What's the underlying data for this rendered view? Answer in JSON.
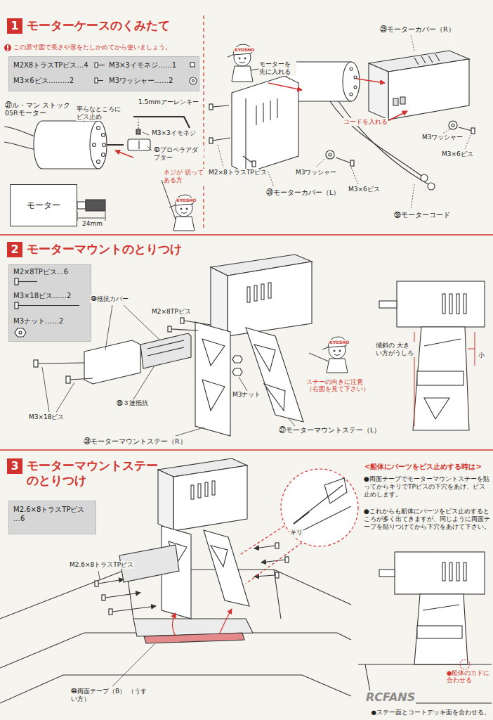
{
  "diagram": {
    "nodes": [
      {
        "text": [
          "1",
          "モーターケースのくみたて"
        ]
      },
      {
        "text": [
          "M2X8トラスTPビス…4",
          "M3×3イモネジ……1",
          "M3×6ビス………2",
          "M3ワッシャー……2"
        ]
      },
      {
        "text": [
          "モーター"
        ]
      },
      {
        "text": [
          "2",
          "モーターマウントのとりつけ"
        ]
      },
      {
        "text": [
          "M2×8TPビス…6",
          "M3×18ビス……2",
          "M3ナット……2"
        ]
      },
      {
        "text": [
          "3",
          "モーターマウントステー のとりつけ"
        ]
      },
      {
        "text": [
          "M2.6×8トラスTPビス …6"
        ]
      }
    ],
    "labels": [
      "この原寸図で長さや形をたしかめてから使いましょう。",
      "㊲ル・マン ストック05Rモーター",
      "平らなところに ビス止め",
      "1.5mmアーレンキー",
      "M3×3イモネジ",
      "㊶プロペラアダプター",
      "ネジが 切ってある方",
      "24mm",
      "KYOSHO",
      "KYOSHO",
      "モーターを 先に入れる",
      "㉕モーターカバー（R）",
      "コードを入れる",
      "M3ワッシャー",
      "M3×6ビス",
      "M2×8トラスTPビス",
      "M3ワッシャー",
      "㉔モーターカバー（L）",
      "M3×6ビス",
      "㊳モーターコード",
      "㊽抵抗カバー",
      "M2×8TPビス",
      "KYOSHO",
      "ステーの向きに注意 （右図を見て下さい）",
      "M3ナット",
      "㊿３速抵抗",
      "M3×18ビス",
      "㉘モーターマウントステー（R）",
      "㉗モーターマウントステー（L）",
      "傾斜の 大きい方がうしろ",
      "小",
      "<船体にパーツをビス止めする時は>",
      "●両面テープでモーターマウントステーを貼ってからキリでTPビスの下穴をあけ、ビス止めします。",
      "●これからも船体にパーツをビス止めするところが多く出てきますが、同じように両面テープを貼りつけてから下穴をあけて下さい。",
      "キリ",
      "M2.6×8トラスTPビス",
      "㊹両面テープ（B） （うすい方）",
      "●船体のカドに 合わせる",
      "RCFANS",
      "●ステー面とコートデッキ面を合わせる。"
    ]
  }
}
